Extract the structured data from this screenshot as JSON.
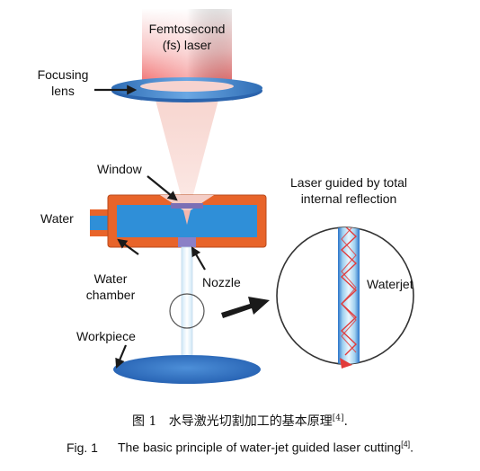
{
  "labels": {
    "laser_line1": "Femtosecond",
    "laser_line2": "(fs) laser",
    "lens_line1": "Focusing",
    "lens_line2": "lens",
    "window": "Window",
    "water": "Water",
    "chamber_line1": "Water",
    "chamber_line2": "chamber",
    "nozzle": "Nozzle",
    "workpiece": "Workpiece",
    "inset_title_line1": "Laser guided by total",
    "inset_title_line2": "internal reflection",
    "waterjet": "Waterjet"
  },
  "caption": {
    "cn_prefix": "图 1",
    "cn_text": "水导激光切割加工的基本原理",
    "cn_ref": "[4]",
    "cn_end": ".",
    "en_prefix": "Fig. 1",
    "en_text": "The basic principle of water-jet guided laser cutting",
    "en_ref": "[4]",
    "en_end": "."
  },
  "colors": {
    "laser_top": "#fdfdfd",
    "laser_bottom": "#f26d6d",
    "lens_blue": "#3e7fc6",
    "water_blue": "#2f8fd8",
    "housing_orange": "#e8642a",
    "window_purple": "#7b6fb5",
    "workpiece_blue": "#2e6fc2",
    "ray_red": "#e23b3b"
  }
}
